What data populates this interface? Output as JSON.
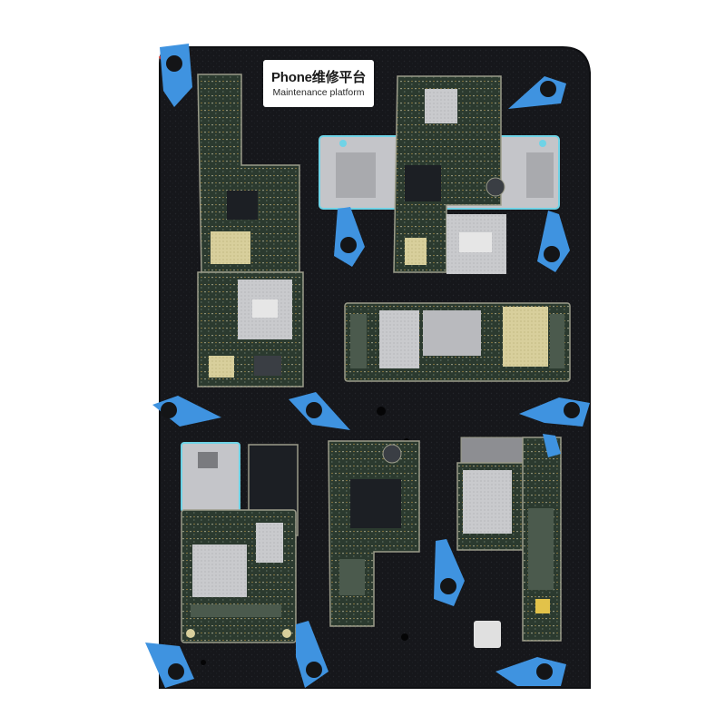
{
  "label": {
    "title": "Phone维修平台",
    "subtitle": "Maintenance platform"
  },
  "colors": {
    "fixture_black": "#16171b",
    "clip_blue": "#3f93e0",
    "board_green": "#2b3a2f",
    "shield_silver": "#c9cacd",
    "gold": "#c9a24a",
    "cyan_outline": "#6fd3e6"
  },
  "objects": {
    "fixture": "repair-fixture-plate",
    "boards": [
      "logic-board-top-left",
      "logic-board-top-center",
      "logic-board-middle-right",
      "logic-board-bottom-left",
      "logic-board-bottom-center",
      "logic-board-bottom-right"
    ],
    "clips": 12
  }
}
